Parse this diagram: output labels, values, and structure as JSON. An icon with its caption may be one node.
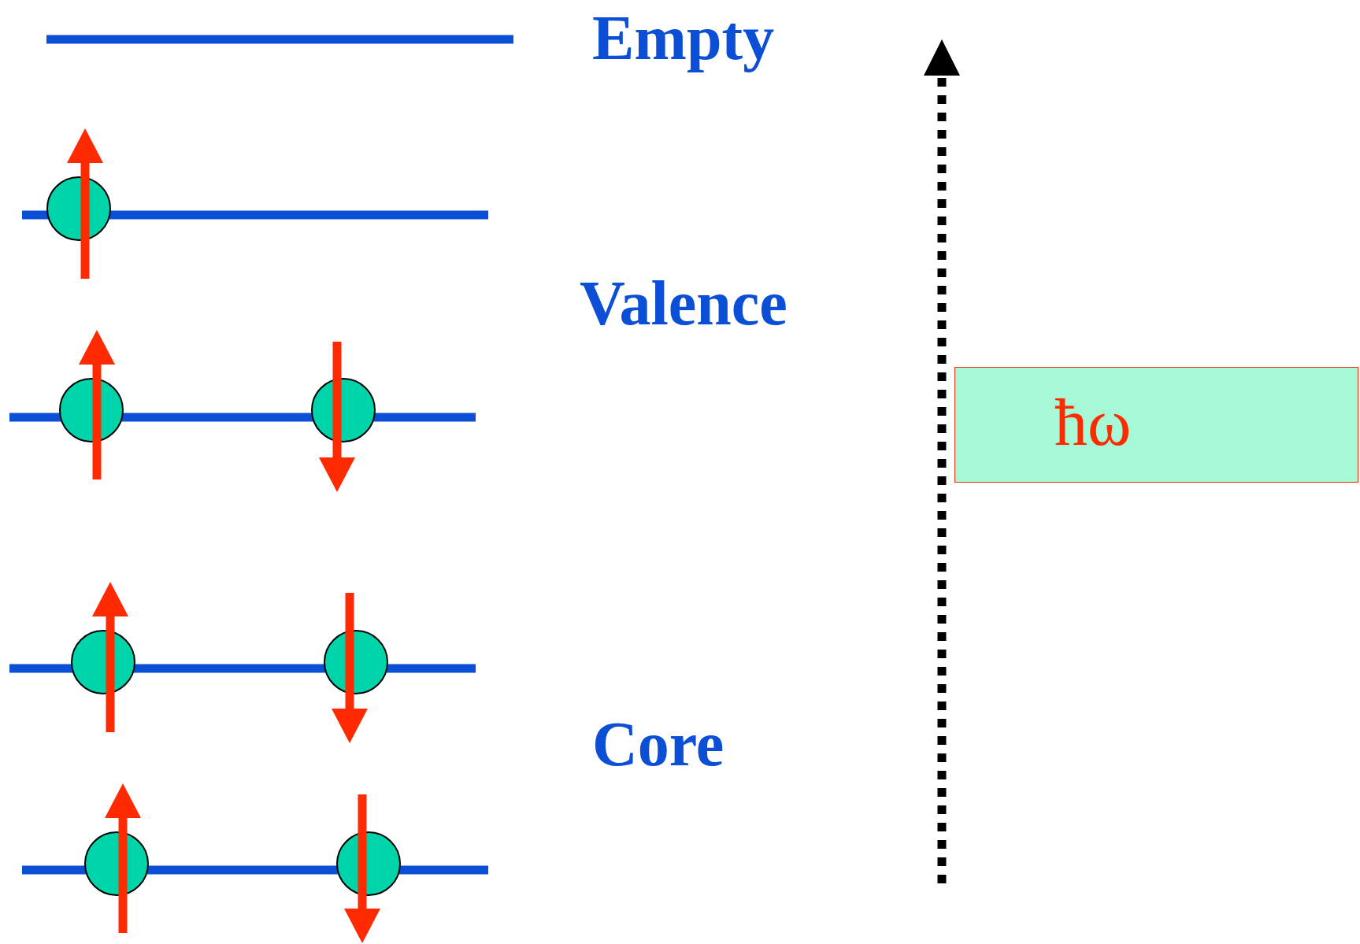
{
  "diagram": {
    "nodes": [
      {
        "text": [
          "ħω"
        ]
      }
    ],
    "edges": [],
    "labels": [
      "Empty",
      "Valence",
      "Core"
    ]
  }
}
